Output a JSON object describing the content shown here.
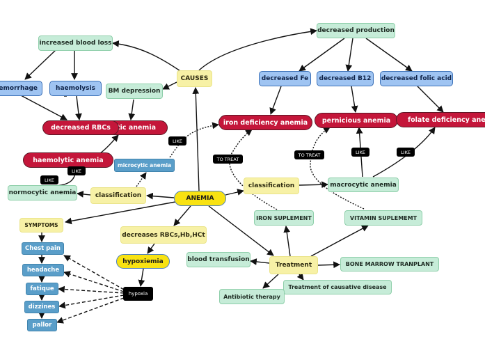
{
  "nodes": {
    "anemia": "ANEMIA",
    "causes": "CAUSES",
    "increased_blood_loss": "increased blood loss",
    "hemorrhage": "hemorrhage",
    "haemolysis": "haemolysis",
    "bm_depression": "BM depression",
    "decreased_rbcs": "decreased RBCs",
    "aplastic_anemia_partial": "stic anemia",
    "haemolytic_anemia": "haemolytic anemia",
    "microcytic_anemia": "microcytic anemia",
    "normocytic_anemia": "normocytic anemia",
    "classification_left": "classification",
    "classification_right": "classification",
    "decreased_production": "decreased production",
    "decreased_fe": "decreased Fe",
    "decreased_b12": "decreased B12",
    "decreased_folic_acid": "decreased folic acid",
    "iron_deficiency_anemia": "iron deficiency anemia",
    "pernicious_anemia": "pernicious anemia",
    "folate_deficiency_anemia": "folate deficiency anemia",
    "macrocytic_anemia": "macrocytic anemia",
    "iron_suplement": "IRON SUPLEMENT",
    "vitamin_suplemement": "VITAMIN SUPLEMEMT",
    "symptoms": "SYMPTOMS",
    "chest_pain": "Chest pain",
    "headache": "headache",
    "fatique": "fatique",
    "dizzines": "dizzines",
    "pallor": "pallor",
    "decreases_rbcs": "decreases RBCs,Hb,HCt",
    "hypoxiemia": "hypoxiemia",
    "hypoxia": "hypoxia",
    "blood_transfusion": "blood transfusion",
    "treatment": "Treatment",
    "bone_marrow": "BONE MARROW TRANPLANT",
    "antibiotic": "Antibiotic therapy",
    "treatment_causative": "Treatment of causative disease"
  },
  "edge_labels": {
    "like_1": "LIKE",
    "like_2": "LIKE",
    "like_3": "LIKE",
    "like_4": "LIKE",
    "like_5": "LIKE",
    "to_treat_1": "TO TREAT",
    "to_treat_2": "TO TREAT"
  },
  "colors": {
    "green": "#c6ecd8",
    "yellow": "#f7f1a6",
    "blue": "#9fc4f2",
    "red": "#c4163a",
    "steel": "#5a9ec9",
    "anemia": "#f8e212",
    "line": "#111111"
  }
}
